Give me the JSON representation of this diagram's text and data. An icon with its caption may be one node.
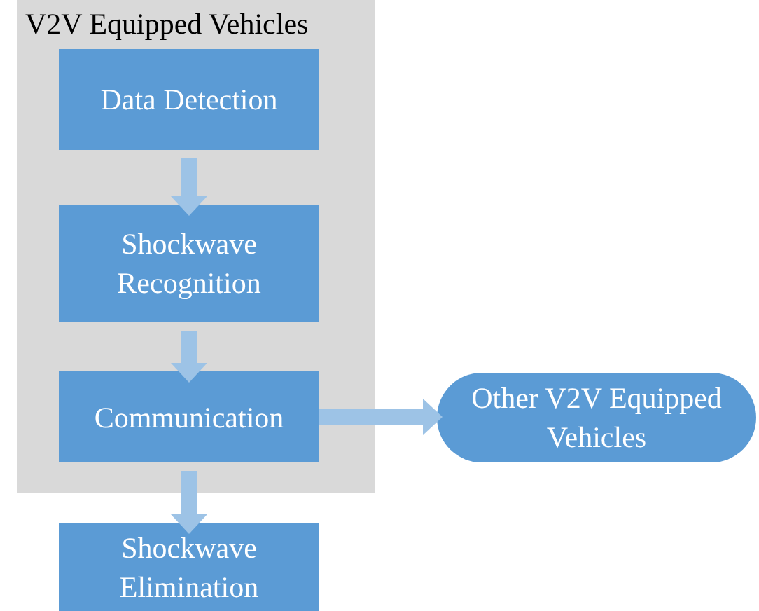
{
  "diagram": {
    "nodes": [
      {
        "text": [
          "V2V Equipped Vehicles"
        ]
      },
      {
        "text": [
          "Data Detection"
        ],
        "in": 0
      },
      {
        "text": [
          "Shockwave Recognition"
        ],
        "in": 0
      },
      {
        "text": [
          "Communication"
        ],
        "in": 0
      },
      {
        "text": [
          "Shockwave Elimination"
        ]
      },
      {
        "text": [
          "Other V2V Equipped Vehicles"
        ]
      }
    ],
    "edges": [
      {
        "from": 1,
        "to": 2,
        "arrow": "to"
      },
      {
        "from": 2,
        "to": 3,
        "arrow": "to"
      },
      {
        "from": 3,
        "to": 4,
        "arrow": "to"
      },
      {
        "from": 3,
        "to": 5,
        "arrow": "to"
      }
    ]
  }
}
